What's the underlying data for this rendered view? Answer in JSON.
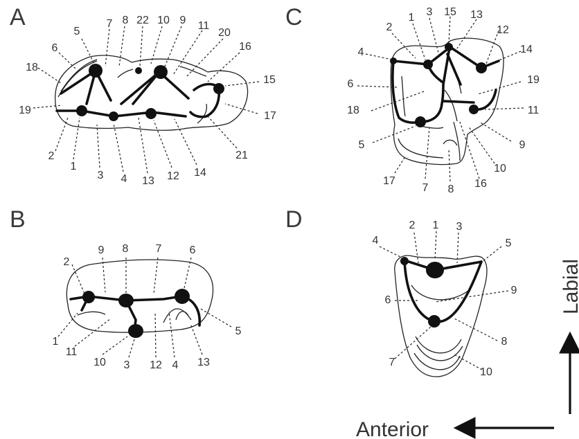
{
  "panels": {
    "A": {
      "letter": "A",
      "labels": [
        "1",
        "2",
        "3",
        "4",
        "5",
        "6",
        "7",
        "8",
        "9",
        "10",
        "11",
        "12",
        "13",
        "14",
        "15",
        "16",
        "17",
        "18",
        "19",
        "20",
        "21",
        "22"
      ]
    },
    "B": {
      "letter": "B",
      "labels": [
        "1",
        "2",
        "3",
        "4",
        "5",
        "6",
        "7",
        "8",
        "9",
        "10",
        "11",
        "12",
        "13"
      ]
    },
    "C": {
      "letter": "C",
      "labels": [
        "1",
        "2",
        "3",
        "4",
        "5",
        "6",
        "7",
        "8",
        "9",
        "10",
        "11",
        "12",
        "13",
        "14",
        "15",
        "16",
        "17",
        "18",
        "19"
      ]
    },
    "D": {
      "letter": "D",
      "labels": [
        "1",
        "2",
        "3",
        "4",
        "5",
        "6",
        "7",
        "8",
        "9",
        "10"
      ]
    }
  },
  "orientation": {
    "vertical_label": "Labial",
    "horizontal_label": "Anterior"
  },
  "colors": {
    "ink": "#111111",
    "text": "#333333",
    "background": "#ffffff"
  }
}
